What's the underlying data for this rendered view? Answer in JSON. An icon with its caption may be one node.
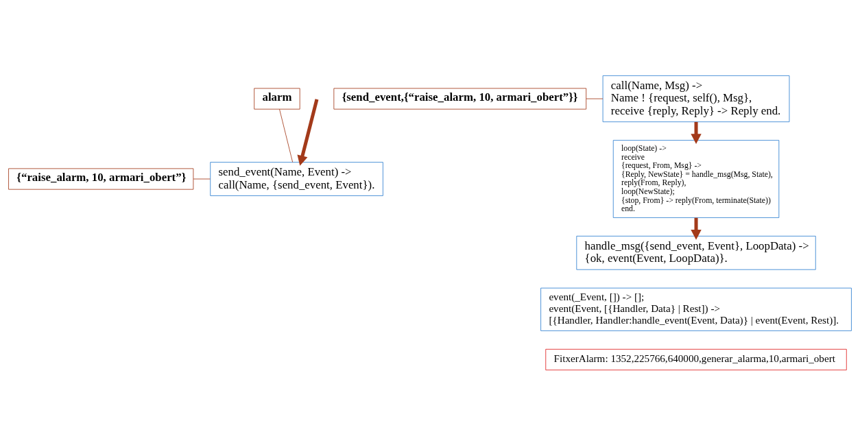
{
  "diagram": {
    "nodes": [
      {
        "text": [
          "send_event(Name, Event) ->",
          "call(Name, {send_event, Event})."
        ]
      },
      {
        "text": [
          "{“raise_alarm, 10, armari_obert”}"
        ]
      },
      {
        "text": [
          "alarm"
        ]
      },
      {
        "text": [
          "call(Name, Msg) ->",
          "Name ! {request, self(), Msg},",
          "receive {reply, Reply} -> Reply end."
        ]
      },
      {
        "text": [
          "{send_event,{“raise_alarm, 10, armari_obert”}}"
        ]
      },
      {
        "text": [
          "loop(State) ->",
          "receive",
          "{request, From, Msg} ->",
          "{Reply, NewState} = handle_msg(Msg, State),",
          "reply(From, Reply),",
          "loop(NewState);",
          "{stop, From} -> reply(From, terminate(State))",
          "end."
        ]
      },
      {
        "text": [
          "handle_msg({send_event, Event}, LoopData) ->",
          "{ok, event(Event, LoopData)}."
        ]
      },
      {
        "text": [
          "event(_Event, []) -> [];",
          "event(Event, [{Handler, Data} | Rest]) ->",
          "[{Handler, Handler:handle_event(Event, Data)} | event(Event, Rest)]."
        ]
      },
      {
        "text": [
          "FitxerAlarm: 1352,225766,640000,generar_alarma,10,armari_obert"
        ]
      }
    ],
    "edges": [
      {
        "from": null,
        "to": 0,
        "arrow": "to",
        "style": "thick"
      },
      {
        "from": 1,
        "to": 0,
        "arrow": "none"
      },
      {
        "from": 2,
        "to": 0,
        "arrow": "none"
      },
      {
        "from": 4,
        "to": 3,
        "arrow": "none"
      },
      {
        "from": 3,
        "to": 5,
        "arrow": "to",
        "style": "thick"
      },
      {
        "from": 5,
        "to": 6,
        "arrow": "to",
        "style": "thick"
      }
    ]
  }
}
